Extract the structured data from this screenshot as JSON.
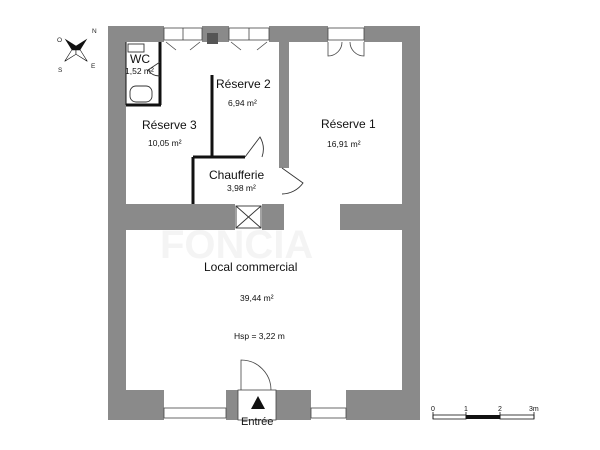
{
  "rooms": {
    "wc": {
      "name": "WC",
      "area": "1,52 m²"
    },
    "reserve2": {
      "name": "Réserve 2",
      "area": "6,94 m²"
    },
    "reserve3": {
      "name": "Réserve 3",
      "area": "10,05 m²"
    },
    "reserve1": {
      "name": "Réserve 1",
      "area": "16,91 m²"
    },
    "chaufferie": {
      "name": "Chaufferie",
      "area": "3,98 m²"
    },
    "local": {
      "name": "Local commercial",
      "area": "39,44 m²",
      "height": "Hsp = 3,22 m"
    }
  },
  "entrance": {
    "label": "Entrée"
  },
  "compass": {
    "n": "N",
    "e": "E",
    "s": "S",
    "o": "O"
  },
  "scale": {
    "labels": [
      "0",
      "1",
      "2",
      "3m"
    ]
  },
  "watermark": "FONCIA",
  "colors": {
    "wall": "#8a8a8a",
    "line": "#111111"
  }
}
